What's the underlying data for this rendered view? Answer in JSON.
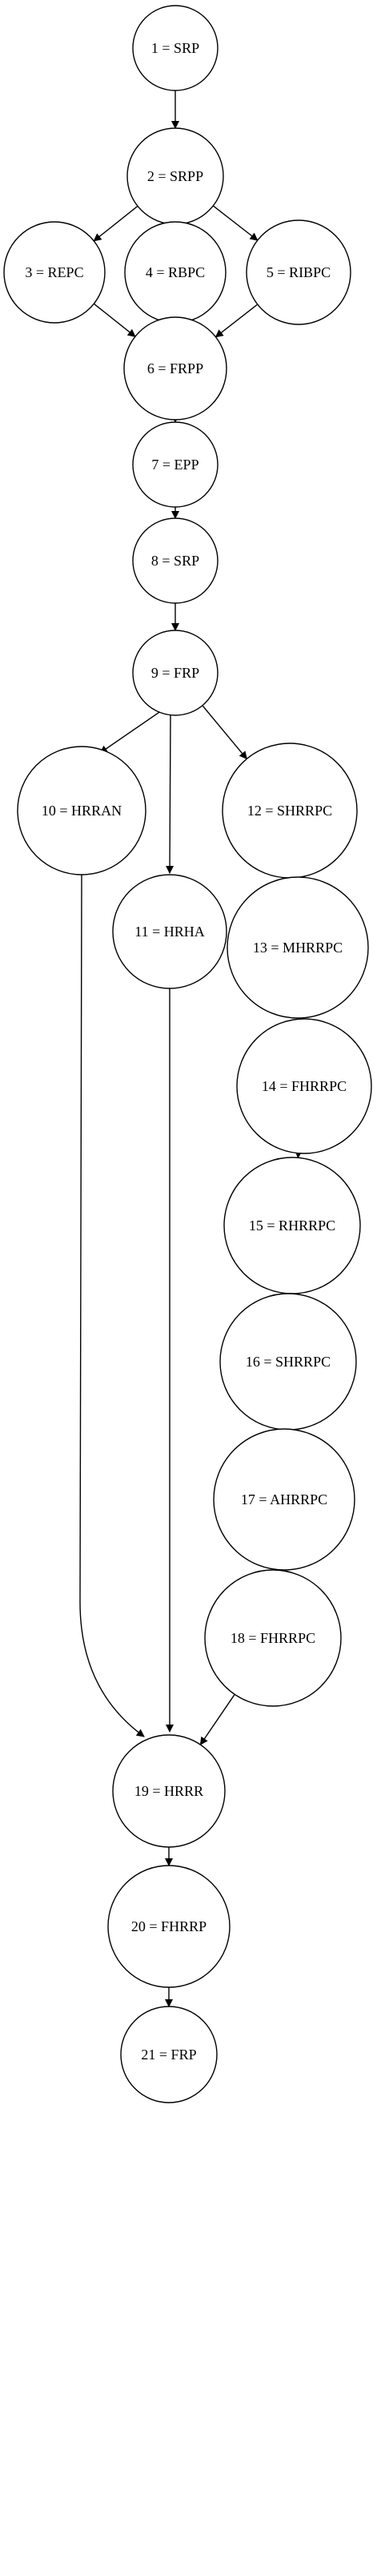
{
  "diagram": {
    "type": "directed-graph",
    "nodes": [
      {
        "id": 1,
        "label": "1 = SRP"
      },
      {
        "id": 2,
        "label": "2 = SRPP"
      },
      {
        "id": 3,
        "label": "3 = REPC"
      },
      {
        "id": 4,
        "label": "4 = RBPC"
      },
      {
        "id": 5,
        "label": "5 = RIBPC"
      },
      {
        "id": 6,
        "label": "6 = FRPP"
      },
      {
        "id": 7,
        "label": "7 = EPP"
      },
      {
        "id": 8,
        "label": "8 = SRP"
      },
      {
        "id": 9,
        "label": "9 = FRP"
      },
      {
        "id": 10,
        "label": "10 = HRRAN"
      },
      {
        "id": 11,
        "label": "11 = HRHA"
      },
      {
        "id": 12,
        "label": "12 = SHRRPC"
      },
      {
        "id": 13,
        "label": "13 = MHRRPC"
      },
      {
        "id": 14,
        "label": "14 = FHRRPC"
      },
      {
        "id": 15,
        "label": "15 = RHRRPC"
      },
      {
        "id": 16,
        "label": "16 = SHRRPC"
      },
      {
        "id": 17,
        "label": "17 = AHRRPC"
      },
      {
        "id": 18,
        "label": "18 = FHRRPC"
      },
      {
        "id": 19,
        "label": "19 = HRRR"
      },
      {
        "id": 20,
        "label": "20 = FHRRP"
      },
      {
        "id": 21,
        "label": "21 = FRP"
      }
    ],
    "edges": [
      {
        "from": 1,
        "to": 2
      },
      {
        "from": 2,
        "to": 3
      },
      {
        "from": 2,
        "to": 4
      },
      {
        "from": 2,
        "to": 5
      },
      {
        "from": 3,
        "to": 6
      },
      {
        "from": 4,
        "to": 6
      },
      {
        "from": 5,
        "to": 6
      },
      {
        "from": 6,
        "to": 7
      },
      {
        "from": 7,
        "to": 8
      },
      {
        "from": 8,
        "to": 9
      },
      {
        "from": 9,
        "to": 10
      },
      {
        "from": 9,
        "to": 11
      },
      {
        "from": 9,
        "to": 12
      },
      {
        "from": 12,
        "to": 13
      },
      {
        "from": 13,
        "to": 14
      },
      {
        "from": 14,
        "to": 15
      },
      {
        "from": 15,
        "to": 16
      },
      {
        "from": 16,
        "to": 17
      },
      {
        "from": 17,
        "to": 18
      },
      {
        "from": 10,
        "to": 19
      },
      {
        "from": 11,
        "to": 19
      },
      {
        "from": 18,
        "to": 19
      },
      {
        "from": 19,
        "to": 20
      },
      {
        "from": 20,
        "to": 21
      }
    ]
  }
}
